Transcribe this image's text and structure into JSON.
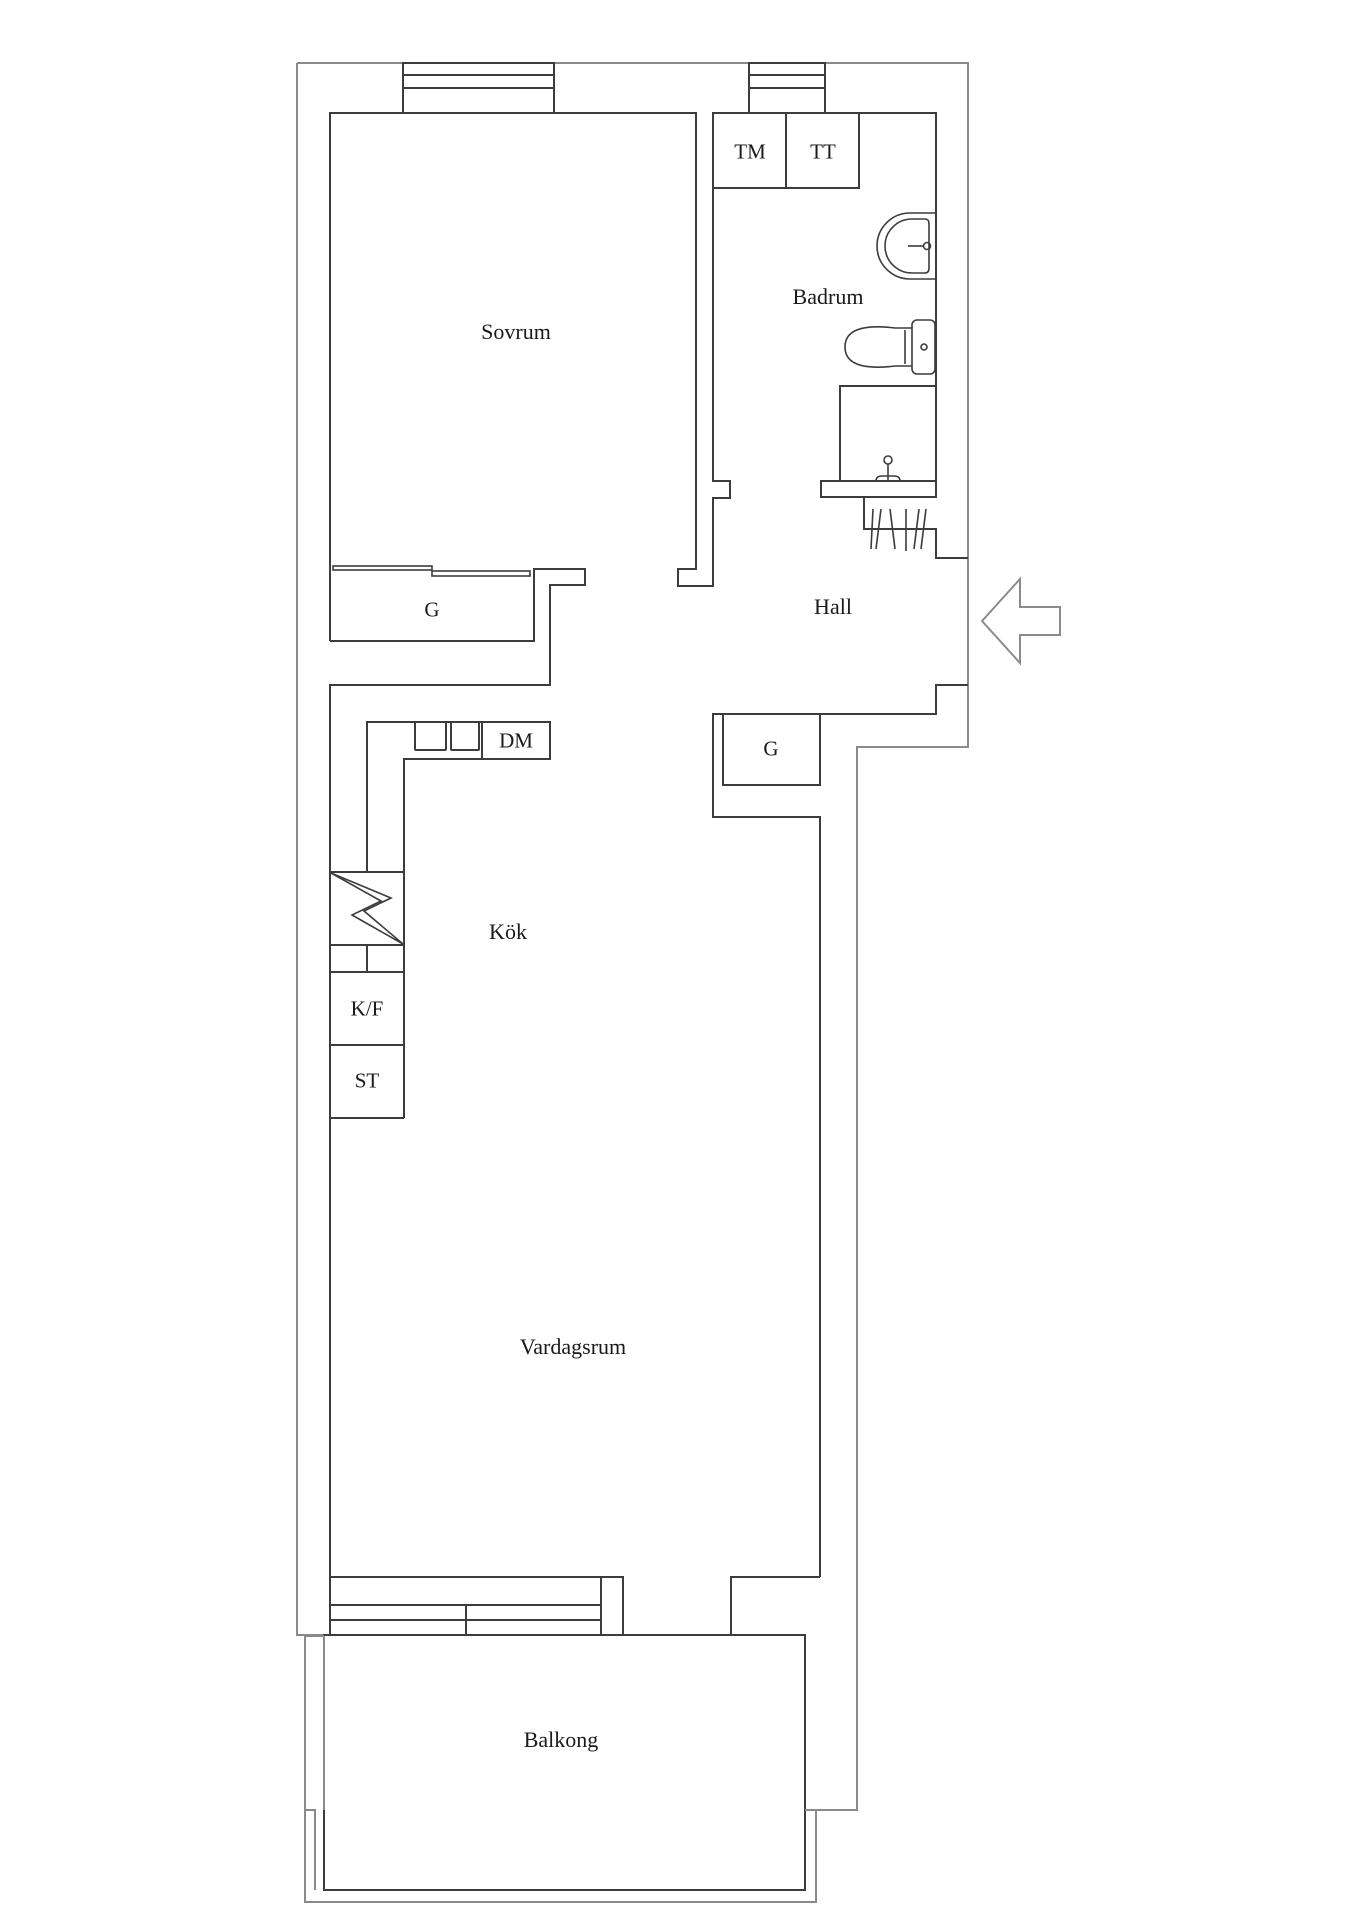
{
  "floorplan": {
    "rooms": {
      "sovrum": "Sovrum",
      "badrum": "Badrum",
      "hall": "Hall",
      "kok": "Kök",
      "vardagsrum": "Vardagsrum",
      "balkong": "Balkong"
    },
    "fixtures": {
      "tm": "TM",
      "tt": "TT",
      "wardrobe_bedroom": "G",
      "wardrobe_hall": "G",
      "dm": "DM",
      "kf": "K/F",
      "st": "ST"
    },
    "icons": {
      "entrance": "entrance-arrow-icon",
      "stove": "stove-icon",
      "sink": "washbasin-icon",
      "toilet": "toilet-icon",
      "shower": "shower-icon"
    },
    "colors": {
      "outer_wall": "#8a8a8a",
      "inner_wall": "#3c3c3c",
      "background": "#ffffff"
    }
  }
}
